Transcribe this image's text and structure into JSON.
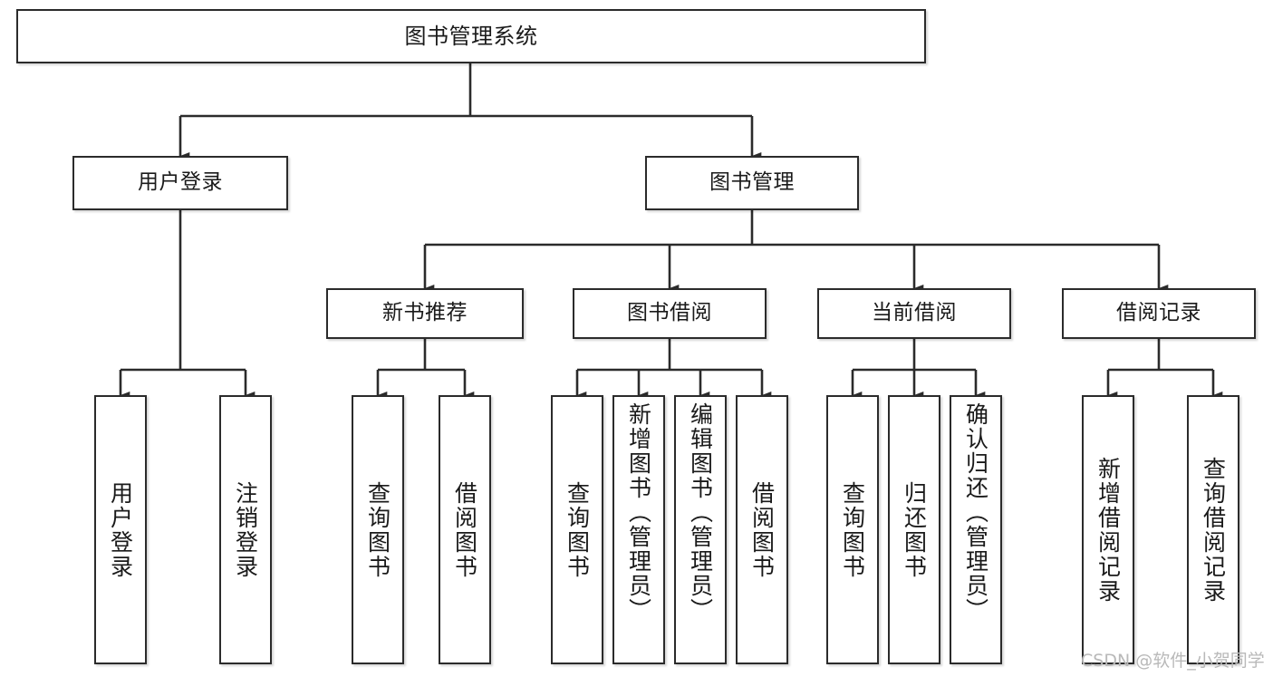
{
  "diagram": {
    "title": "图书管理系统",
    "type": "functional-structure-tree",
    "watermark": "CSDN @软件_小贺同学",
    "colors": {
      "box_border": "#2b2b2b",
      "box_fill": "#ffffff",
      "edge": "#2b2b2b",
      "text": "#1a1a1a",
      "watermark": "#b9b9b9",
      "background": "#ffffff"
    },
    "nodes": {
      "root": {
        "label": "图书管理系统"
      },
      "level1": [
        {
          "id": "user-login",
          "label": "用户登录"
        },
        {
          "id": "book-management",
          "label": "图书管理"
        }
      ],
      "level2": [
        {
          "id": "new-book-recommend",
          "label": "新书推荐"
        },
        {
          "id": "book-borrow",
          "label": "图书借阅"
        },
        {
          "id": "current-borrow",
          "label": "当前借阅"
        },
        {
          "id": "borrow-record",
          "label": "借阅记录"
        }
      ],
      "leaves": [
        {
          "id": "leaf-user-login",
          "label": "用户登录",
          "parent": "user-login"
        },
        {
          "id": "leaf-logout",
          "label": "注销登录",
          "parent": "user-login"
        },
        {
          "id": "leaf-query-book-1",
          "label": "查询图书",
          "parent": "new-book-recommend"
        },
        {
          "id": "leaf-borrow-book-1",
          "label": "借阅图书",
          "parent": "new-book-recommend"
        },
        {
          "id": "leaf-query-book-2",
          "label": "查询图书",
          "parent": "book-borrow"
        },
        {
          "id": "leaf-add-book",
          "label": "新增图书（管理员）",
          "parent": "book-borrow"
        },
        {
          "id": "leaf-edit-book",
          "label": "编辑图书（管理员）",
          "parent": "book-borrow"
        },
        {
          "id": "leaf-borrow-book-2",
          "label": "借阅图书",
          "parent": "book-borrow"
        },
        {
          "id": "leaf-query-book-3",
          "label": "查询图书",
          "parent": "current-borrow"
        },
        {
          "id": "leaf-return-book",
          "label": "归还图书",
          "parent": "current-borrow"
        },
        {
          "id": "leaf-confirm-return",
          "label": "确认归还（管理员）",
          "parent": "current-borrow"
        },
        {
          "id": "leaf-add-record",
          "label": "新增借阅记录",
          "parent": "borrow-record"
        },
        {
          "id": "leaf-query-record",
          "label": "查询借阅记录",
          "parent": "borrow-record"
        }
      ]
    }
  }
}
